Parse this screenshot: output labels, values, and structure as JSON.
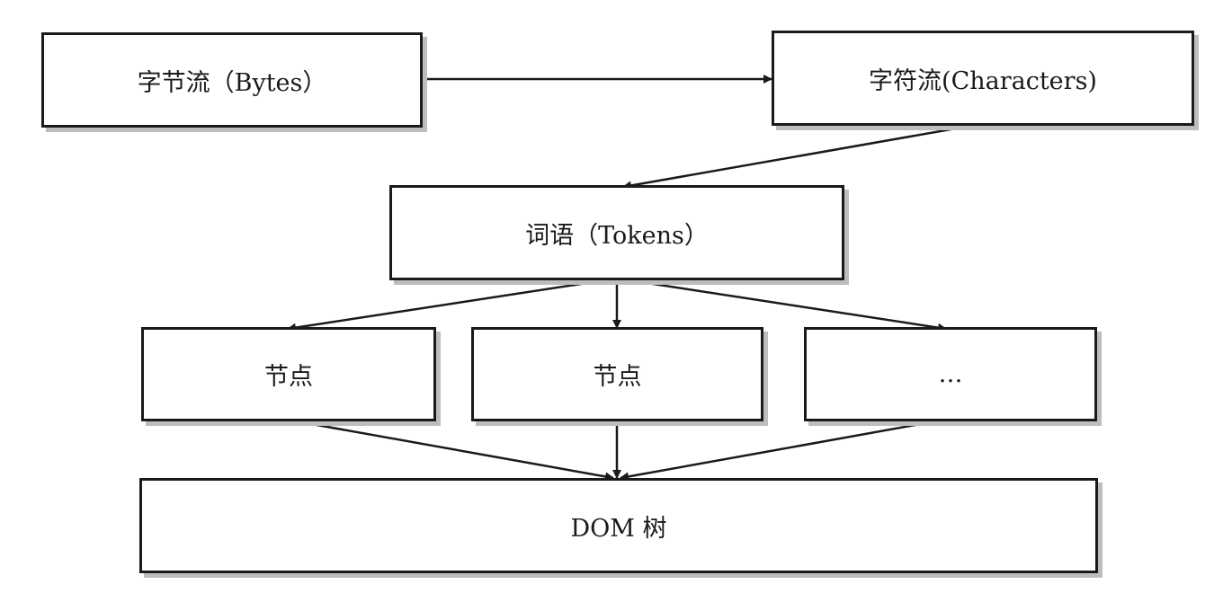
{
  "nodes": {
    "bytes": "字节流（Bytes）",
    "characters": "字符流(Characters)",
    "tokens": "词语（Tokens）",
    "node_1": "节点",
    "node_2": "节点",
    "node_more": "…",
    "dom_tree": "DOM 树"
  },
  "edges": [
    {
      "from": "bytes",
      "to": "characters"
    },
    {
      "from": "characters",
      "to": "tokens"
    },
    {
      "from": "tokens",
      "to": "node_1"
    },
    {
      "from": "tokens",
      "to": "node_2"
    },
    {
      "from": "tokens",
      "to": "node_more"
    },
    {
      "from": "node_1",
      "to": "dom_tree"
    },
    {
      "from": "node_2",
      "to": "dom_tree"
    },
    {
      "from": "node_more",
      "to": "dom_tree"
    }
  ]
}
